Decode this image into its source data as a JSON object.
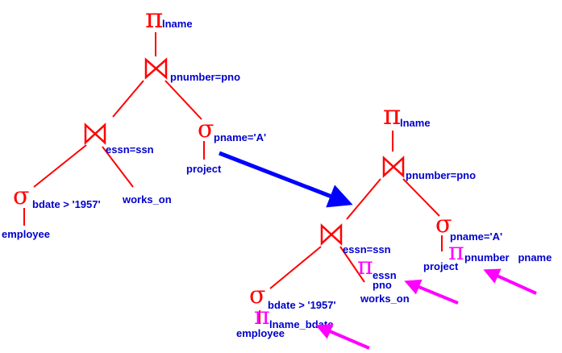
{
  "symbols": {
    "project": "π",
    "select": "σ"
  },
  "left_tree": {
    "root_sub": "lname",
    "join_top_sub": "pnumber=pno",
    "join_bottom_sub": "essn=ssn",
    "select_pname_sub": "pname='A'",
    "select_bdate_sub": "bdate > '1957'",
    "relations": {
      "project": "project",
      "works_on": "works_on",
      "employee": "employee"
    }
  },
  "right_tree": {
    "root_sub": "lname",
    "join_top_sub": "pnumber=pno",
    "join_bottom_sub": "essn=ssn",
    "select_pname_sub": "pname='A'",
    "select_bdate_sub": "bdate > '1957'",
    "added_projections": {
      "essn_pno_line1": "essn",
      "essn_pno_line2": "pno",
      "lname_bdate": "lname_bdate",
      "pnumber_pname": "pnumber   pname"
    },
    "relations": {
      "project": "project",
      "works_on": "works_on",
      "employee": "employee"
    }
  },
  "colors": {
    "operator": "#ff0000",
    "label": "#0000cc",
    "transform_arrow": "#0000ff",
    "highlight_arrow": "#ff00ff"
  }
}
